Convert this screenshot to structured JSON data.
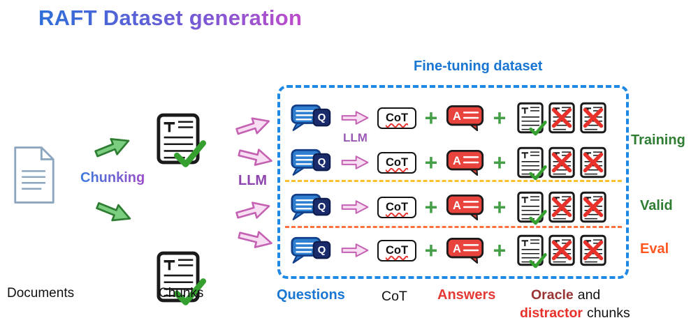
{
  "title": "RAFT Dataset generation",
  "pipeline": {
    "documents_label": "Documents",
    "chunking_label": "Chunking",
    "chunks_label": "Chunks",
    "llm_label": "LLM"
  },
  "dataset_box": {
    "title": "Fine-tuning dataset",
    "llm_label": "LLM",
    "q_letter": "Q",
    "a_letter": "A",
    "cot_label": "CoT",
    "plus": "+",
    "sections": [
      {
        "id": "training",
        "label": "Training"
      },
      {
        "id": "valid",
        "label": "Valid"
      },
      {
        "id": "eval",
        "label": "Eval"
      }
    ]
  },
  "legend": {
    "questions": "Questions",
    "cot": "CoT",
    "answers": "Answers",
    "oracle": "Oracle",
    "and": "and",
    "distractor": "distractor",
    "chunks": "chunks"
  },
  "colors": {
    "box_border_blue": "#1E88E5",
    "questions_blue": "#1976D2",
    "answers_red": "#E53935",
    "training_green": "#2E7D32",
    "eval_orange": "#FF5722",
    "oracle_maroon": "#993333",
    "distractor_red": "#E8312A",
    "llm_purple": "#8E44AD",
    "plus_green": "#43A047",
    "check_green": "#35A02F",
    "x_red": "#E8312A",
    "separator_yellow": "#FBC02D",
    "separator_orange": "#FF7043",
    "title_gradient_start": "#2E6FD8",
    "title_gradient_end": "#BF4CCB",
    "question_bubble_blue": "#2F80D0",
    "answer_bubble_red": "#E8433C"
  }
}
